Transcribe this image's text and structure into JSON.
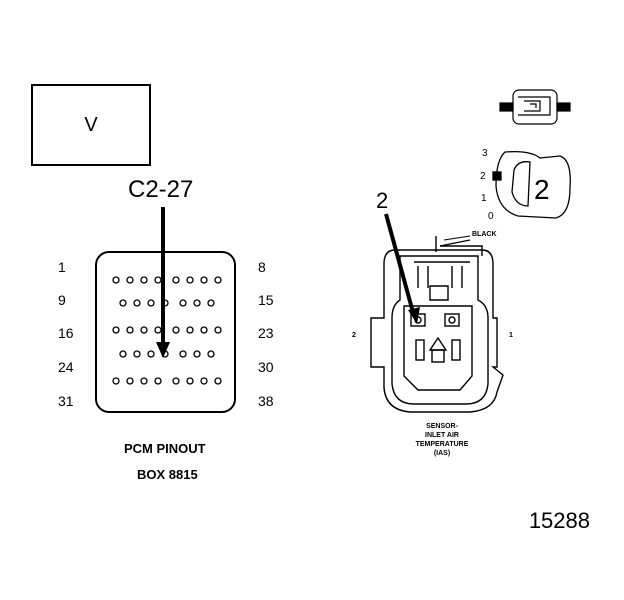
{
  "meter": {
    "label": "V"
  },
  "probe": {
    "label": "C2-27"
  },
  "pinout": {
    "rows": [
      {
        "left": "1",
        "right": "8"
      },
      {
        "left": "9",
        "right": "15"
      },
      {
        "left": "16",
        "right": "23"
      },
      {
        "left": "24",
        "right": "30"
      },
      {
        "left": "31",
        "right": "38"
      }
    ],
    "caption_line1": "PCM PINOUT",
    "caption_line2": "BOX 8815"
  },
  "connector": {
    "pin_callout": "2",
    "color_label": "BLACK",
    "side_left": "2",
    "side_right": "1",
    "sensor_line1": "SENSOR-",
    "sensor_line2": "INLET AIR",
    "sensor_line3": "TEMPERATURE",
    "sensor_line4": "(IAS)"
  },
  "key": {
    "scale": [
      "3",
      "2",
      "1",
      "0"
    ],
    "big_number": "2"
  },
  "figure_number": "15288"
}
